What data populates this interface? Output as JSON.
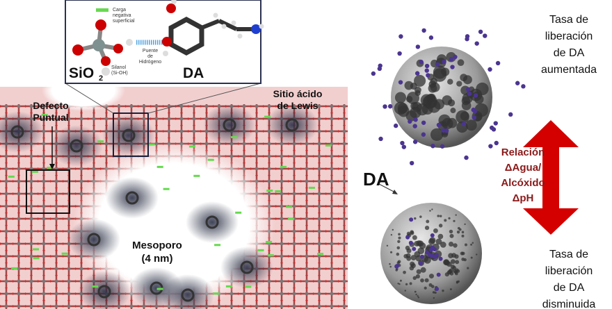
{
  "inset": {
    "legend_label": "Carga negativa superficial",
    "legend_lines": [
      "Carga",
      "negativa",
      "superficial"
    ],
    "hbond_lines": [
      "Puente",
      "de",
      "Hidrógeno"
    ],
    "silanol_lines": [
      "Silanol",
      "(Si-OH)"
    ],
    "sio2_label": "SiO",
    "sio2_sub": "2",
    "da_label": "DA"
  },
  "lattice": {
    "defect_lines": [
      "Defecto",
      "Puntual"
    ],
    "lewis_lines": [
      "Sitio ácido",
      "de Lewis"
    ],
    "mesopore_lines": [
      "Mesoporo",
      "(4 nm)"
    ]
  },
  "right": {
    "da_label": "DA",
    "top_lines": [
      "Tasa de",
      "liberación",
      "de DA",
      "aumentada"
    ],
    "bottom_lines": [
      "Tasa de",
      "liberación",
      "de DA",
      "disminuida"
    ],
    "center_lines": [
      "Relación",
      "ΔAgua/",
      "Alcóxido",
      "ΔpH"
    ]
  },
  "colors": {
    "accent_red": "#d40000",
    "label_red": "#8b1a1a",
    "dot_purple": "#4b3590",
    "lattice_pink": "#f0c4c4",
    "charge_green": "#66d94f"
  }
}
